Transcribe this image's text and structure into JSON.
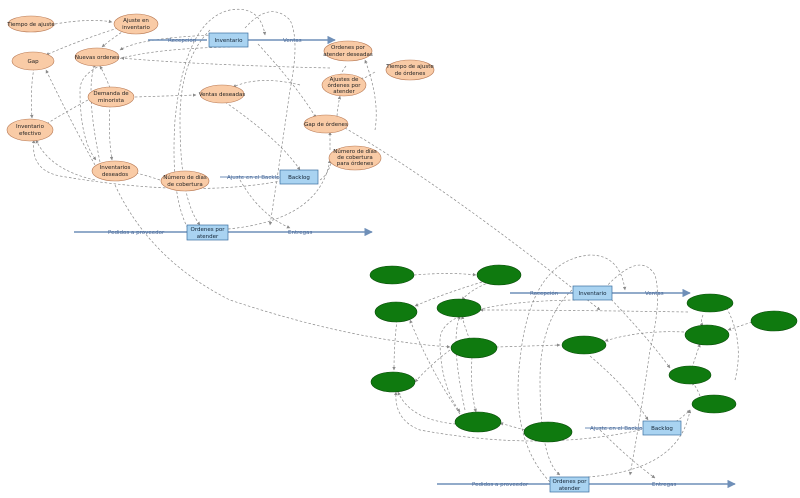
{
  "upper": {
    "aux": [
      {
        "key": "tiempo_ajuste",
        "text": [
          "Tiempo de ajuste"
        ]
      },
      {
        "key": "ajuste_inv",
        "text": [
          "Ajuste en",
          "inventario"
        ]
      },
      {
        "key": "gap",
        "text": [
          "Gap"
        ]
      },
      {
        "key": "nuevas_ordenes",
        "text": [
          "Nuevas ordenes"
        ]
      },
      {
        "key": "demanda",
        "text": [
          "Demanda de",
          "minorista"
        ]
      },
      {
        "key": "ventas",
        "text": [
          "Ventas deseadas"
        ]
      },
      {
        "key": "inv_efectivo",
        "text": [
          "Inventario",
          "efectivo"
        ]
      },
      {
        "key": "inv_deseados",
        "text": [
          "Inventarios",
          "deseados"
        ]
      },
      {
        "key": "num_dias",
        "text": [
          "Número de días",
          "de cobertura"
        ]
      },
      {
        "key": "ordenes_atender",
        "text": [
          "Ordenes por",
          "atender deseadas"
        ]
      },
      {
        "key": "tiempo_ajuste_ord",
        "text": [
          "Tiempo de ajuste",
          "de órdenes"
        ]
      },
      {
        "key": "ajustes_ordenes",
        "text": [
          "Ajustes de",
          "órdenes por",
          "atender"
        ]
      },
      {
        "key": "gap_ordenes",
        "text": [
          "Gap de órdenes"
        ]
      },
      {
        "key": "num_dias_ord",
        "text": [
          "Número de días",
          "de cobertura",
          "para órdenes"
        ]
      }
    ],
    "stocks": [
      {
        "key": "inventario",
        "text": [
          "Inventario"
        ]
      },
      {
        "key": "backlog",
        "text": [
          "Backlog"
        ]
      },
      {
        "key": "ordenes_por_atender",
        "text": [
          "Ordenes por",
          "atender"
        ]
      }
    ],
    "flows": [
      {
        "key": "recepcion",
        "text": "Recepción"
      },
      {
        "key": "ventas_flow",
        "text": "Ventas"
      },
      {
        "key": "ajuste_backlog",
        "text": "Ajuste en el Backlog"
      },
      {
        "key": "pedidos",
        "text": "Pedidos a proveedor"
      },
      {
        "key": "entregas",
        "text": "Entregas"
      }
    ]
  },
  "lower": {
    "stocks": [
      {
        "key": "inventario",
        "text": [
          "Inventario"
        ]
      },
      {
        "key": "backlog",
        "text": [
          "Backlog"
        ]
      },
      {
        "key": "ordenes_por_atender",
        "text": [
          "Ordenes por",
          "atender"
        ]
      }
    ],
    "flows": [
      {
        "key": "recepcion",
        "text": "Recepción"
      },
      {
        "key": "ventas_flow",
        "text": "Ventas"
      },
      {
        "key": "ajuste_backlog",
        "text": "Ajuste en el Backlog"
      },
      {
        "key": "pedidos",
        "text": "Pedidos a proveedor"
      },
      {
        "key": "entregas",
        "text": "Entregas"
      }
    ],
    "aux_count_note": ""
  },
  "colors": {
    "peach_fill": "#f9cba6",
    "peach_stroke": "#b97a55",
    "green_fill": "#0f7a0f",
    "green_stroke": "#0a4d0a",
    "stock_fill": "#a9d3f1",
    "stock_stroke": "#3b6fa0",
    "flow_line": "#6f8fb8",
    "link_line": "#8a8a8a"
  }
}
